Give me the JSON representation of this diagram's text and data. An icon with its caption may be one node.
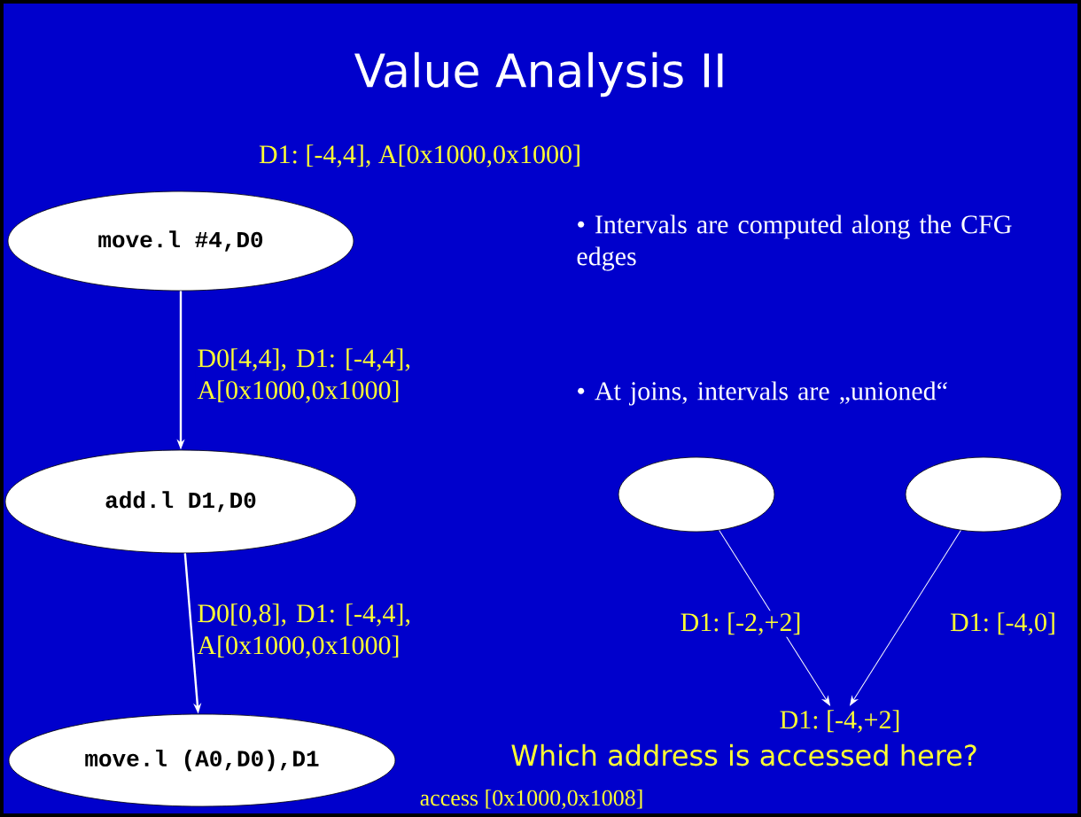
{
  "diagram": {
    "title": "Value Analysis II",
    "nodes": [
      {
        "text": [
          "move.l #4,D0"
        ]
      },
      {
        "text": [
          "add.l D1,D0"
        ]
      },
      {
        "text": [
          "move.l (A0,D0),D1"
        ]
      },
      {
        "text": [],
        "shape": "ellipse"
      },
      {
        "text": [],
        "shape": "ellipse"
      },
      {
        "text": [
          "D1: [-4,+2]"
        ]
      }
    ],
    "edges": [
      {
        "from": 0,
        "to": 1,
        "arrow": "to",
        "label": "D0[4,4], D1: [-4,4], A[0x1000,0x1000]"
      },
      {
        "from": 1,
        "to": 2,
        "arrow": "to",
        "label": "D0[0,8], D1: [-4,4], A[0x1000,0x1000]"
      },
      {
        "from": 3,
        "to": 5,
        "arrow": "to",
        "label": "D1: [-2,+2]"
      },
      {
        "from": 4,
        "to": 5,
        "arrow": "to",
        "label": "D1: [-4,0]"
      }
    ],
    "labels": [
      "D1: [-4,4], A[0x1000,0x1000]",
      "• Intervals are computed along the CFG edges",
      "• At joins, intervals are „unioned“",
      "access [0x1000,0x1008]",
      "Which address is accessed here?"
    ]
  }
}
